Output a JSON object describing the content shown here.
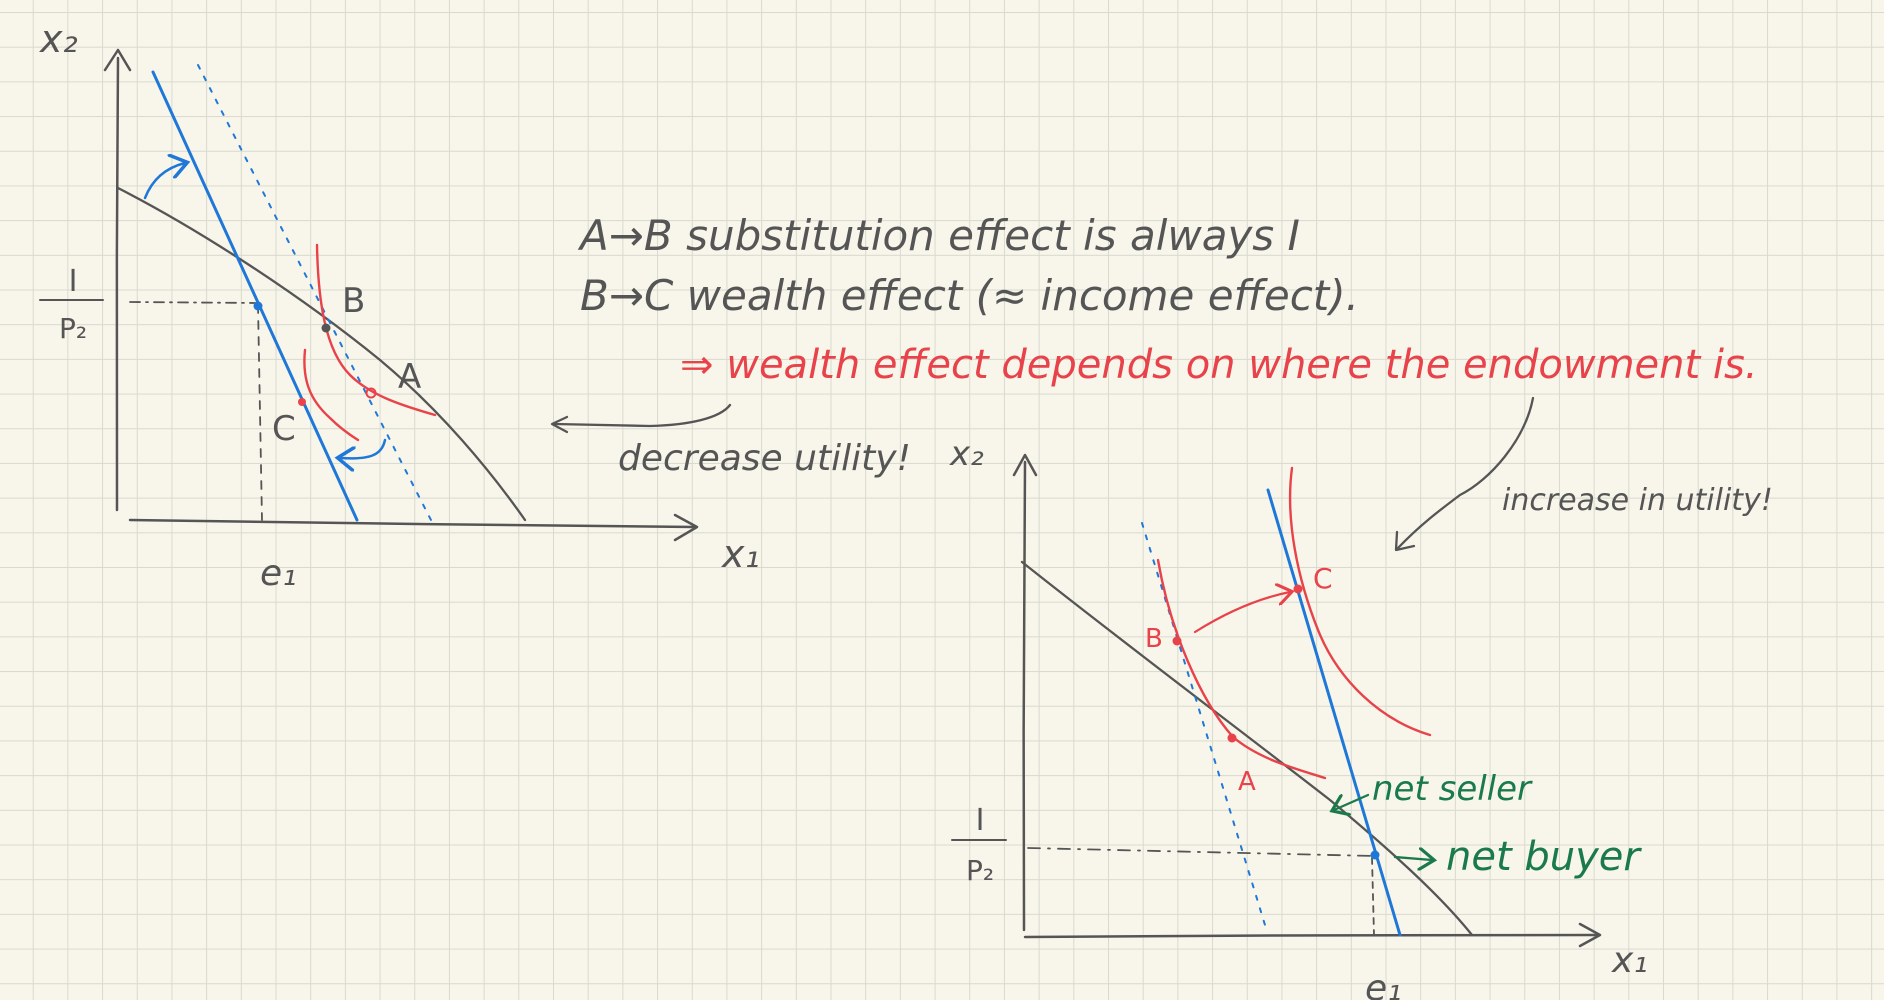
{
  "colors": {
    "background": "#f8f6ea",
    "grid": "#d9d9cf",
    "ink": "#555555",
    "blue": "#1f78d8",
    "red": "#e8424a",
    "green": "#1a7a4c"
  },
  "notes": {
    "line1": "A→B substitution effect is always I",
    "line2": "B→C wealth effect (≈ income effect).",
    "line3": "⇒ wealth effect depends on where the endowment is.",
    "decrease": "decrease utility!",
    "increase": "increase in utility!"
  },
  "left_graph": {
    "y_axis": "x₂",
    "x_axis": "x₁",
    "intercept_num": "I",
    "intercept_den": "P₂",
    "endowment": "e₁",
    "point_a": "A",
    "point_b": "B",
    "point_c": "C"
  },
  "right_graph": {
    "y_axis": "x₂",
    "x_axis": "x₁",
    "intercept_num": "I",
    "intercept_den": "P₂",
    "endowment": "e₁",
    "point_a": "A",
    "point_b": "B",
    "point_c": "C",
    "net_seller": "net seller",
    "net_buyer": "net buyer"
  }
}
